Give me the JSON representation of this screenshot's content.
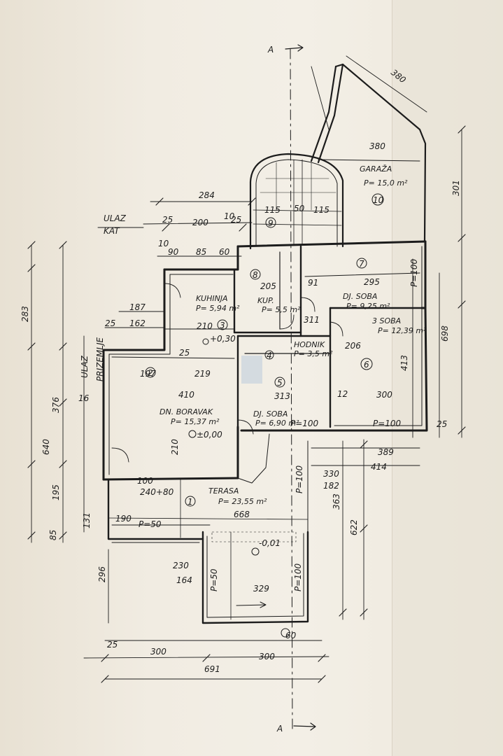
{
  "plan": {
    "section_marks": [
      "A",
      "A"
    ],
    "entrance": [
      "ULAZ",
      "KAT",
      "ULAZ",
      "PRIZEMLJE"
    ],
    "rooms": [
      {
        "num": "1",
        "name": "TERASA",
        "area": "P= 23,55 m²"
      },
      {
        "num": "2",
        "name": "DN. BORAVAK",
        "area": "P= 15,37 m²"
      },
      {
        "num": "3",
        "name": "KUHINJA",
        "area": "P= 5,94 m²"
      },
      {
        "num": "4",
        "name": "",
        "area": ""
      },
      {
        "num": "5",
        "name": "DJ. SOBA",
        "area": "P= 6,90 m²"
      },
      {
        "num": "6",
        "name": "3 SOBA",
        "area": "P= 12,39 m²"
      },
      {
        "num": "7",
        "name": "DJ. SOBA",
        "area": "P= 9,25 m²"
      },
      {
        "num": "8",
        "name": "KUP.",
        "area": "P= 5,5 m²"
      },
      {
        "num": "9",
        "name": "",
        "area": ""
      },
      {
        "num": "10",
        "name": "GARAŽA",
        "area": "P= 15,0 m²"
      }
    ],
    "hodnik": {
      "name": "HODNIK",
      "area": "P= 3,5 m²"
    },
    "levels": [
      "±0,00",
      "+0,30",
      "-0,01",
      "P=100",
      "P=100",
      "P=100",
      "P=50",
      "P=50",
      "P=100",
      "P=100"
    ],
    "dims": [
      "284",
      "200",
      "25",
      "10",
      "25",
      "90",
      "85",
      "60",
      "187",
      "162",
      "197",
      "410",
      "219",
      "210",
      "25",
      "205",
      "91",
      "295",
      "311",
      "206",
      "313",
      "300",
      "389",
      "414",
      "330",
      "182",
      "668",
      "240+80",
      "100",
      "190",
      "329",
      "230",
      "164",
      "296",
      "300",
      "25",
      "300",
      "691",
      "640",
      "283",
      "195",
      "376",
      "131",
      "85",
      "363",
      "622",
      "413",
      "698",
      "301",
      "380",
      "380",
      "115",
      "50",
      "115",
      "16",
      "60",
      "210",
      "25",
      "10",
      "25",
      "12"
    ]
  }
}
